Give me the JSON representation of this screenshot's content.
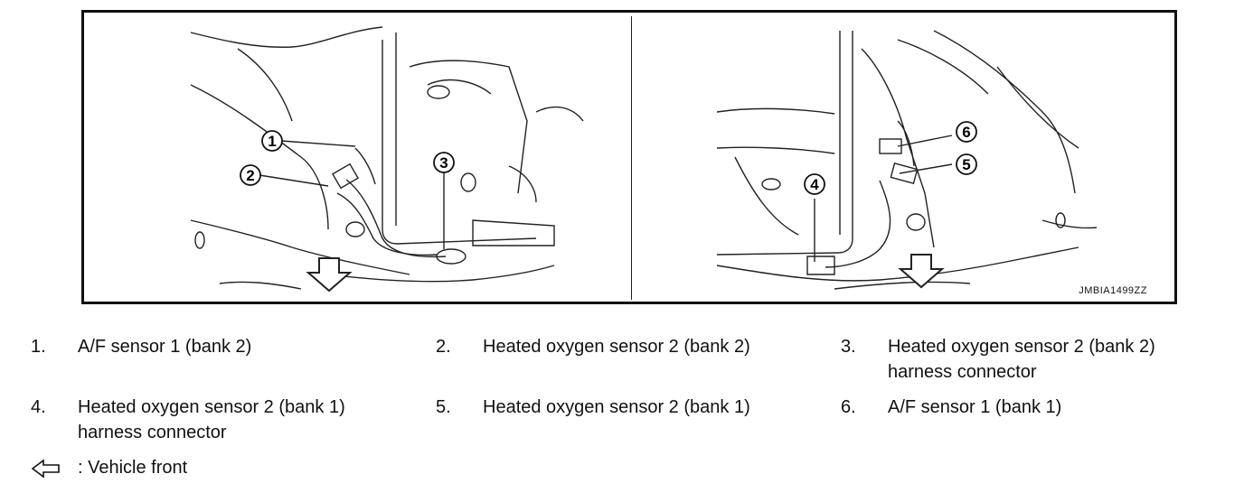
{
  "figure": {
    "code": "JMBIA1499ZZ",
    "callouts_left": [
      "1",
      "2",
      "3"
    ],
    "callouts_right": [
      "4",
      "5",
      "6"
    ]
  },
  "legend": [
    {
      "num": "1.",
      "text": "A/F sensor 1 (bank 2)"
    },
    {
      "num": "2.",
      "text": "Heated oxygen sensor 2 (bank 2)"
    },
    {
      "num": "3.",
      "text": "Heated oxygen sensor 2 (bank 2) harness connector"
    },
    {
      "num": "4.",
      "text": "Heated oxygen sensor 2 (bank 1) harness connector"
    },
    {
      "num": "5.",
      "text": "Heated oxygen sensor 2 (bank 1)"
    },
    {
      "num": "6.",
      "text": "A/F sensor 1 (bank 1)"
    }
  ],
  "vehicle_front": {
    "icon": "arrow-left-outline-icon",
    "label": ": Vehicle front"
  }
}
